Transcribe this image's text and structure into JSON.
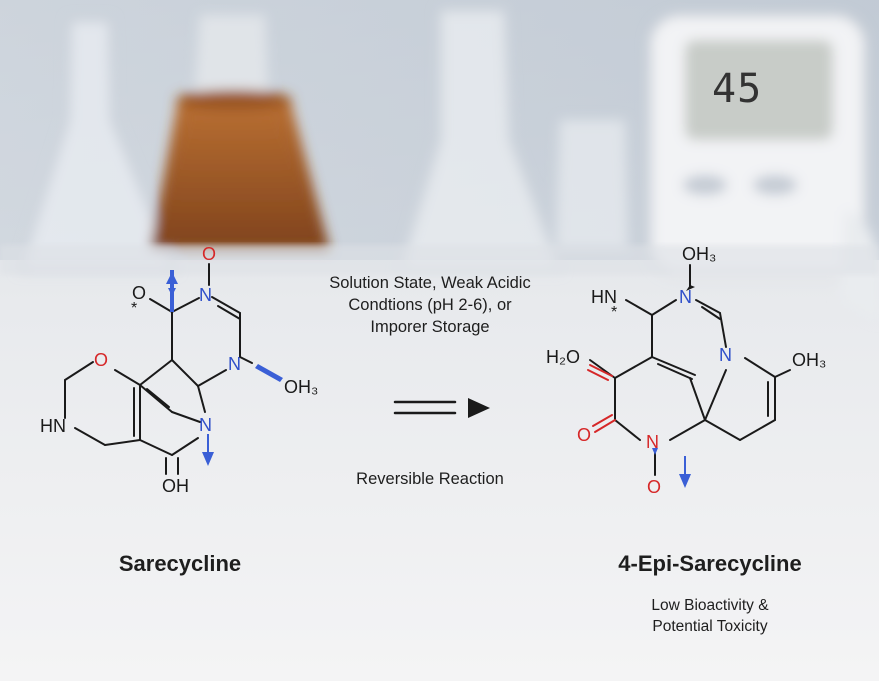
{
  "background": {
    "meter_reading": "45"
  },
  "reaction": {
    "conditions": [
      "Solution State, Weak Acidic",
      "Condtions (pH 2-6), or",
      "Imporer Storage"
    ],
    "type_label": "Reversible Reaction"
  },
  "left_molecule": {
    "name": "Sarecycline",
    "labels": {
      "stereo": "*",
      "o_radical": "O",
      "o_top": "O",
      "n_top": "N",
      "o_ring": "O",
      "n_right": "N",
      "och3": "OH₃",
      "hn": "HN",
      "n_bottom": "N",
      "oh": "OH"
    }
  },
  "right_molecule": {
    "name": "4-Epi-Sarecycline",
    "note_lines": [
      "Low Bioactivity &",
      "Potential Toxicity"
    ],
    "labels": {
      "oh3_top": "OH₃",
      "n_top": "N",
      "hn": "HN",
      "stereo": "*",
      "h2o": "H₂O",
      "n_mid": "N",
      "oh3_right": "OH₃",
      "o_left": "O",
      "n_bottom": "N",
      "o_bottom": "O"
    }
  },
  "colors": {
    "oxygen": "#d62728",
    "nitrogen": "#2f4fc9",
    "arrow": "#3a5fd6",
    "bond": "#1a1a1a"
  }
}
